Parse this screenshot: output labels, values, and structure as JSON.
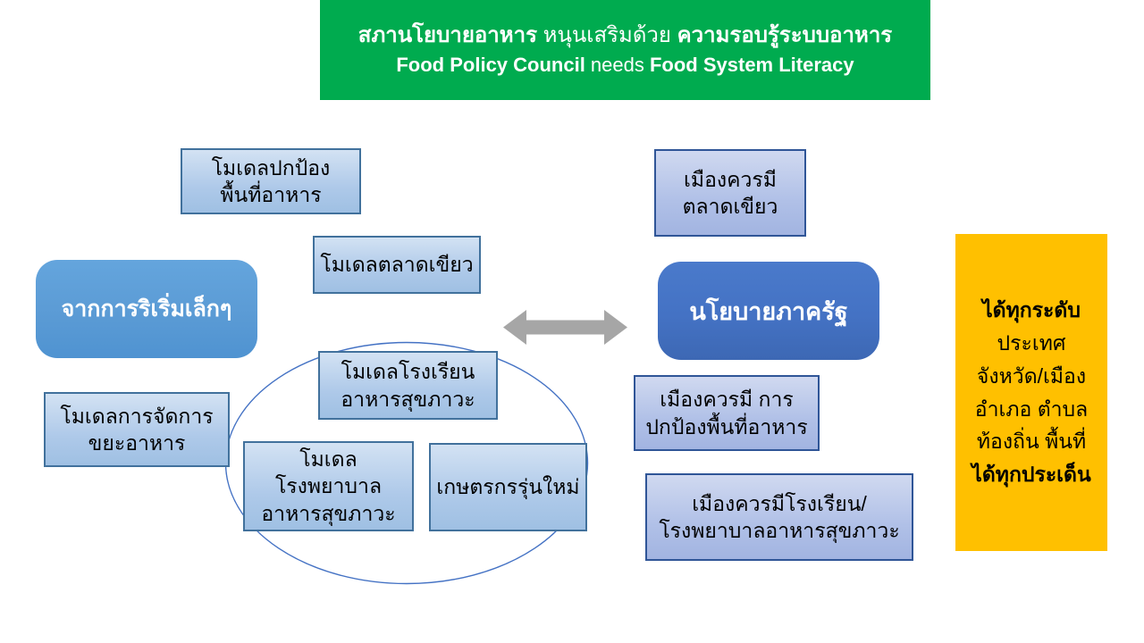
{
  "slide_title": "Food Policy Council needs Food System Literacy",
  "colors": {
    "header_green": "#00ab4f",
    "light_blue_box": "#aec9e9",
    "light_blue_border": "#41719c",
    "lavender_box": "#b0c0e7",
    "lavender_border": "#2f5597",
    "medium_blue_node": "#5b9bd5",
    "dark_blue_node": "#4472c4",
    "yellow_note": "#ffc000",
    "arrow_gray": "#a6a6a6",
    "ellipse_stroke": "#4472c4"
  },
  "header": {
    "thai_bold_1": "สภานโยบายอาหาร",
    "thai_regular": " หนุนเสริมด้วย ",
    "thai_bold_2": "ความรอบรู้ระบบอาหาร",
    "eng_bold_1": "Food Policy Council",
    "eng_regular": " needs ",
    "eng_bold_2": "Food System Literacy"
  },
  "nodes": {
    "from_small_initiatives": {
      "label": "จากการริเริ่มเล็กๆ"
    },
    "government_policy": {
      "label": "นโยบายภาครัฐ"
    },
    "model_protect_food_area": {
      "lines": [
        "โมเดลปกป้อง",
        "พื้นที่อาหาร"
      ]
    },
    "model_green_market": {
      "lines": [
        "โมเดลตลาดเขียว"
      ]
    },
    "model_food_waste_management": {
      "lines": [
        "โมเดลการจัดการ",
        "ขยะอาหาร"
      ]
    },
    "model_healthy_school": {
      "lines": [
        "โมเดลโรงเรียน",
        "อาหารสุขภาวะ"
      ]
    },
    "model_healthy_hospital": {
      "lines": [
        "โมเดล",
        "โรงพยาบาล",
        "อาหารสุขภาวะ"
      ]
    },
    "new_generation_farmers": {
      "lines": [
        "เกษตรกรรุ่นใหม่"
      ]
    },
    "city_green_market": {
      "lines": [
        "เมืองควรมี",
        "ตลาดเขียว"
      ]
    },
    "city_protect_food_area": {
      "lines": [
        "เมืองควรมี การ",
        "ปกป้องพื้นที่อาหาร"
      ]
    },
    "city_school_hospital": {
      "lines": [
        "เมืองควรมีโรงเรียน/",
        "โรงพยาบาลอาหารสุขภาวะ"
      ]
    },
    "all_levels_note": {
      "lines": [
        "ได้ทุกระดับ",
        "ประเทศ",
        "จังหวัด/เมือง",
        "อำเภอ ตำบล",
        "ท้องถิ่น พื้นที่",
        "ได้ทุกประเด็น"
      ],
      "bold_line_indexes": [
        0,
        5
      ]
    }
  }
}
